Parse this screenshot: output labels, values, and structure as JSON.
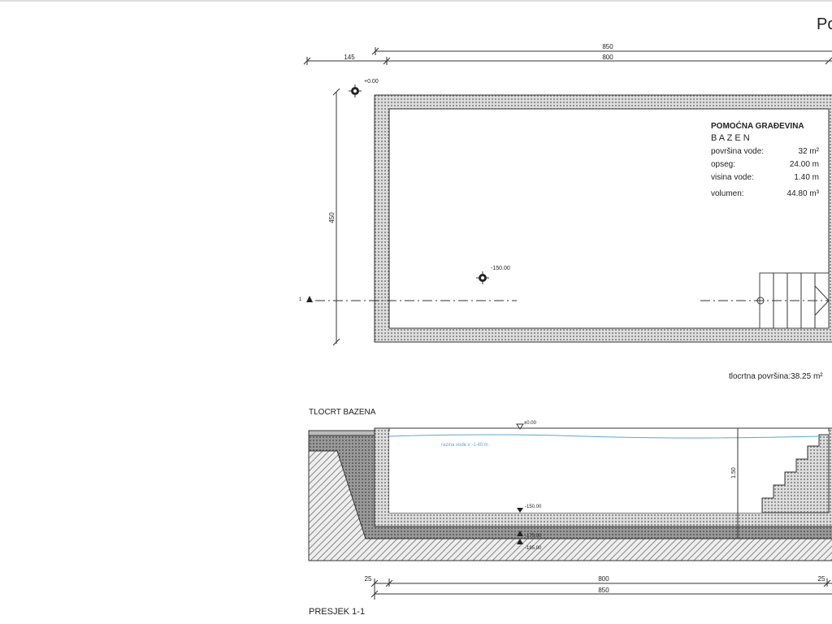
{
  "title_fragment": "Po",
  "plan": {
    "dims": {
      "overall_width": "850",
      "inner_width": "800",
      "offset": "145",
      "height": "450"
    },
    "elevation_top": "+0.00",
    "elevation_bottom": "-150.00",
    "section_marker": "1",
    "info": {
      "heading": "POMOĆNA GRAĐEVINA",
      "subheading": "B A Z E N",
      "rows": [
        {
          "label": "površina vode:",
          "value": "32 m²"
        },
        {
          "label": "opseg:",
          "value": "24.00 m"
        },
        {
          "label": "visina vode:",
          "value": "1.40 m"
        },
        {
          "label": "volumen:",
          "value": "44.80 m³"
        }
      ]
    },
    "floor_area": "tlocrtna površina:38.25 m²",
    "caption": "TLOCRT BAZENA"
  },
  "section": {
    "elevation_top": "±0.00",
    "water_level": "razina vode v -1.40 m",
    "depth_dim": "1.50",
    "elevation_floor": "-150.00",
    "elevation_slab": "-175.00",
    "elevation_base": "-185.00",
    "dims": {
      "left_wall": "25",
      "inner": "800",
      "right_wall": "25",
      "overall": "850"
    },
    "caption": "PRESJEK 1-1"
  },
  "colors": {
    "water": "#5aa9c9",
    "line": "#333333"
  }
}
